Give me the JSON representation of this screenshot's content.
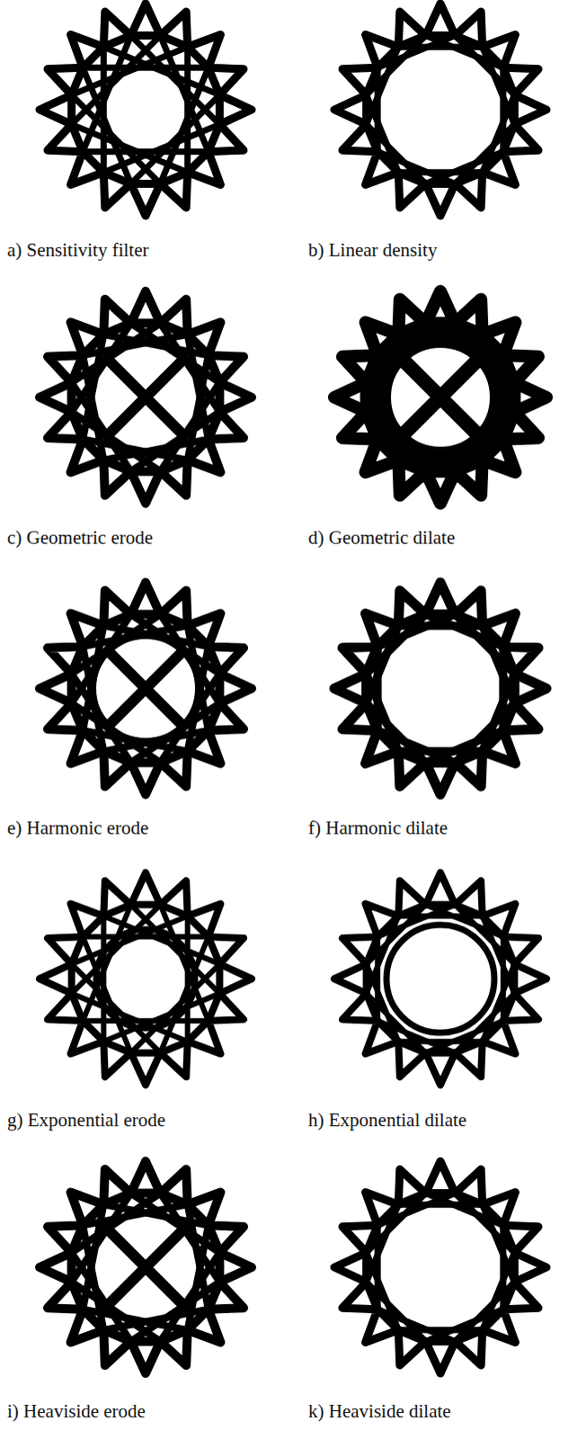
{
  "diagram": {
    "labels": [
      "a) Sensitivity filter",
      "b) Linear density",
      "c) Geometric erode",
      "d) Geometric dilate",
      "e) Harmonic erode",
      "f) Harmonic dilate",
      "g) Exponential erode",
      "h) Exponential dilate",
      "i) Heaviside erode",
      "k) Heaviside dilate"
    ]
  }
}
